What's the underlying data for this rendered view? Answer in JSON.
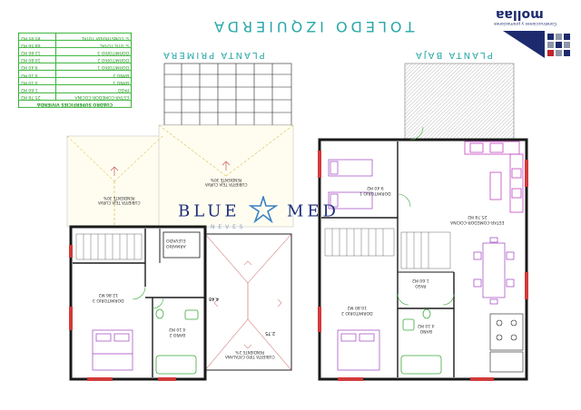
{
  "header": {
    "title": "TOLEDO IZQUIERDA",
    "plans": {
      "ground": "PLANTA BAJA",
      "first": "PLANTA PRIMERA"
    }
  },
  "logo": {
    "brand_text": "mollaa",
    "tagline": "Construcciones y promociones",
    "colors": {
      "dark": "#1d2b6e",
      "red": "#c0242c",
      "grey": "#8f97a8"
    }
  },
  "watermark": {
    "text_left": "BLUE",
    "text_right": "MED",
    "sub_text": "N E V E S",
    "star_icon": "starfish-icon"
  },
  "surfaces_table": {
    "header": "CUADRO SUPERFICIES VIVIENDA",
    "rows": [
      {
        "label": "ESTAR-COMEDOR-COCINA",
        "value": "25.78 M2"
      },
      {
        "label": "PASO",
        "value": "1.60 M2"
      },
      {
        "label": "BAÑO 1",
        "value": "4.10 M2"
      },
      {
        "label": "BAÑO 2",
        "value": "4.10 M2"
      },
      {
        "label": "DORMITORIO 1",
        "value": "9.40 M2"
      },
      {
        "label": "DORMITORIO 2",
        "value": "10.80 M2"
      },
      {
        "label": "DORMITORIO 3",
        "value": "12.86 M2"
      }
    ],
    "totals": [
      {
        "label": "S. UTIL TOTAL",
        "value": "68.56 M2"
      },
      {
        "label": "S. CONSTRUIDA TOTAL",
        "value": "85.95 M2"
      }
    ]
  },
  "rooms_ground": [
    {
      "name": "ESTAR-COMEDOR-COCINA",
      "area": "25.78 M2"
    },
    {
      "name": "DORMITORIO 1",
      "area": "9.40 M2"
    },
    {
      "name": "DORMITORIO 2",
      "area": "10.80 M2"
    },
    {
      "name": "BAÑO",
      "area": "4.10 M2"
    },
    {
      "name": "PASO",
      "area": "1.60 M2"
    }
  ],
  "rooms_first": [
    {
      "name": "DORMITORIO 3",
      "area": "12.86 M2"
    },
    {
      "name": "BAÑO 2",
      "area": "4.10 M2"
    },
    {
      "name": "ARMARIO",
      "area": "ELEVADO"
    }
  ],
  "roofs": [
    {
      "text": "CUBIERTA TEJA CURVA",
      "detail": "PENDIENTE 30%"
    },
    {
      "text": "CUBIERTA TEJA CURVA",
      "detail": "PENDIENTE 30%"
    },
    {
      "text": "CUBIERTA TIPO CATALANA",
      "detail": "PENDIENTE 2%"
    }
  ],
  "dimensions": {
    "d1": "4.48",
    "d2": "2.75"
  },
  "colors": {
    "wall": "#1a1a1a",
    "table_green": "#34b334",
    "title_teal": "#2aa7a7",
    "furniture": "#9b3fbf",
    "kitchen": "#c245c2",
    "door_green": "#3aa83a",
    "window_red": "#d23a3a",
    "roof_yellow": "#c9a400",
    "roof_red": "#c04040"
  }
}
